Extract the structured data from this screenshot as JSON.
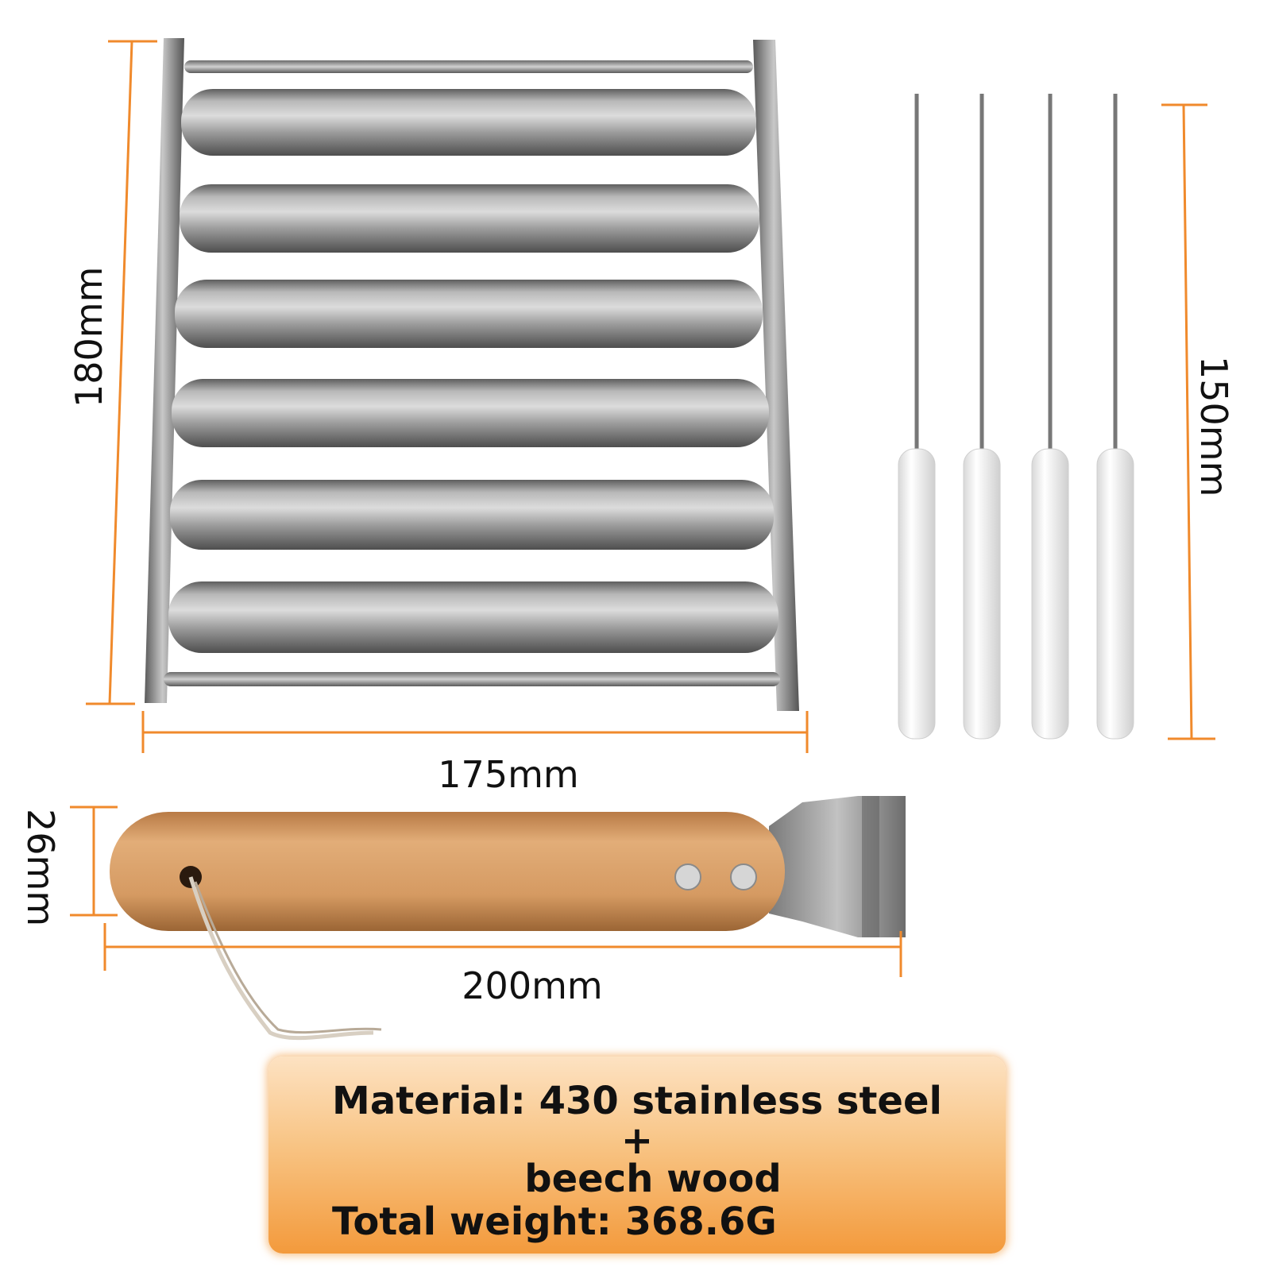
{
  "dimensions": {
    "rack_height": "180mm",
    "rack_width": "175mm",
    "skewer_length": "150mm",
    "handle_height": "26mm",
    "handle_length": "200mm"
  },
  "info_box": {
    "line1": "Material: 430 stainless steel",
    "line2": "+",
    "line3": "beech wood",
    "line4": "Total weight: 368.6G"
  },
  "colors": {
    "dimension_line": "#f08a2c",
    "steel": "#9a9a9a",
    "wood": "#d9a06a",
    "handle_white": "#f4f4f4",
    "info_box_orange": "#f39a3c"
  },
  "icons": {
    "rack": "sausage-roller-rack-icon",
    "skewer": "skewer-icon",
    "handle": "lifting-handle-icon"
  }
}
